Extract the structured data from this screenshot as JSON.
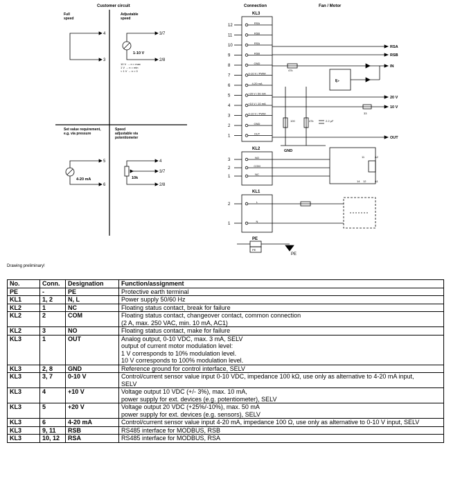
{
  "diagram": {
    "headers": {
      "customer_circuit": "Customer circuit",
      "connection": "Connection",
      "fan_motor": "Fan / Motor"
    },
    "left_top": {
      "full_speed": [
        "Full",
        "speed"
      ],
      "adjustable_speed": [
        "Adjustable",
        "speed"
      ],
      "pins_a": [
        "4",
        "3"
      ],
      "pins_b": [
        "3/7",
        "2/8"
      ],
      "voltage": "1-10 V",
      "levels": [
        "10 V → n = max",
        "1 V → n = min",
        "< 1 V → n = 0"
      ]
    },
    "left_bottom": {
      "set_value": [
        "Set value requirement,",
        "e.g. via pressure"
      ],
      "speed_pot": [
        "Speed",
        "adjustable via",
        "potentiometer"
      ],
      "pins_a": [
        "5",
        "6"
      ],
      "pins_b": [
        "4",
        "3/7",
        "2/8"
      ],
      "current": "4-20 mA",
      "resistor": "10k"
    },
    "kl3": {
      "name": "KL3",
      "rows": [
        {
          "pin": "12",
          "label": "RSA"
        },
        {
          "pin": "11",
          "label": "RSB"
        },
        {
          "pin": "10",
          "label": "RSA"
        },
        {
          "pin": "9",
          "label": "RSB"
        },
        {
          "pin": "8",
          "label": "GND"
        },
        {
          "pin": "7",
          "label": "0-10 V / PWM"
        },
        {
          "pin": "6",
          "label": "4-20 mA"
        },
        {
          "pin": "5",
          "label": "+20 V / 50 mA"
        },
        {
          "pin": "4",
          "label": "+10 V / 10 mA"
        },
        {
          "pin": "3",
          "label": "0-10 V / PWM"
        },
        {
          "pin": "2",
          "label": "GND"
        },
        {
          "pin": "1",
          "label": "OUT"
        }
      ]
    },
    "kl2": {
      "name": "KL2",
      "rows": [
        {
          "pin": "3",
          "label": "NO"
        },
        {
          "pin": "2",
          "label": "COM"
        },
        {
          "pin": "1",
          "label": "NC"
        }
      ]
    },
    "kl1": {
      "name": "KL1",
      "rows": [
        {
          "pin": "2",
          "label": "L"
        },
        {
          "pin": "1",
          "label": "N"
        }
      ]
    },
    "pe": {
      "label": "PE",
      "right": "PE"
    },
    "right": {
      "rsa": "RSA",
      "rsb": "RSB",
      "in": "IN",
      "r47k": "47k",
      "r100": "100",
      "r47k_b": "47k",
      "cap": "2.2 µF",
      "gnd": "GND",
      "v20": "20 V",
      "v10": "10 V",
      "r33": "33",
      "out": "OUT",
      "amp": "I▷",
      "relay": [
        "11",
        "14",
        "12",
        "A1",
        "A2"
      ]
    }
  },
  "note": "Drawing preliminary!",
  "table": {
    "headers": [
      "No.",
      "Conn.",
      "Designation",
      "Function/assignment"
    ],
    "rows": [
      {
        "no": "PE",
        "conn": "-",
        "des": "PE",
        "func": [
          "Protective earth terminal"
        ]
      },
      {
        "no": "KL1",
        "conn": "1, 2",
        "des": "N, L",
        "func": [
          "Power supply 50/60 Hz"
        ]
      },
      {
        "no": "KL2",
        "conn": "1",
        "des": "NC",
        "func": [
          "Floating status contact, break for failure"
        ]
      },
      {
        "no": "KL2",
        "conn": "2",
        "des": "COM",
        "func": [
          "Floating status contact, changeover contact, common connection",
          "(2 A, max. 250 VAC, min. 10 mA, AC1)"
        ]
      },
      {
        "no": "KL2",
        "conn": "3",
        "des": "NO",
        "func": [
          "Floating status contact, make for failure"
        ]
      },
      {
        "no": "KL3",
        "conn": "1",
        "des": "OUT",
        "func": [
          "Analog output, 0-10 VDC, max. 3 mA, SELV",
          "output of current motor modulation level:",
          "1 V corresponds to 10% modulation level.",
          "10 V corresponds to 100% modulation level."
        ]
      },
      {
        "no": "KL3",
        "conn": "2, 8",
        "des": "GND",
        "func": [
          "Reference ground for control interface, SELV"
        ]
      },
      {
        "no": "KL3",
        "conn": "3, 7",
        "des": "0-10 V",
        "func": [
          "Control/current sensor value input 0-10 VDC, impedance 100 kΩ, use only as alternative to 4-20 mA input,",
          "SELV"
        ]
      },
      {
        "no": "KL3",
        "conn": "4",
        "des": "+10 V",
        "func": [
          "Voltage output 10 VDC (+/- 3%), max. 10 mA,",
          "power supply for ext. devices (e.g. potentiometer), SELV"
        ]
      },
      {
        "no": "KL3",
        "conn": "5",
        "des": "+20 V",
        "func": [
          "Voltage output 20 VDC (+25%/-10%), max. 50 mA",
          "power supply for ext. devices (e.g. sensors), SELV"
        ]
      },
      {
        "no": "KL3",
        "conn": "6",
        "des": "4-20 mA",
        "func": [
          "Control/current sensor value input 4-20 mA, impedance 100 Ω, use only as alternative to 0-10 V input, SELV"
        ]
      },
      {
        "no": "KL3",
        "conn": "9, 11",
        "des": "RSB",
        "func": [
          "RS485 interface for MODBUS, RSB"
        ]
      },
      {
        "no": "KL3",
        "conn": "10, 12",
        "des": "RSA",
        "func": [
          "RS485 interface for MODBUS, RSA"
        ]
      }
    ]
  }
}
